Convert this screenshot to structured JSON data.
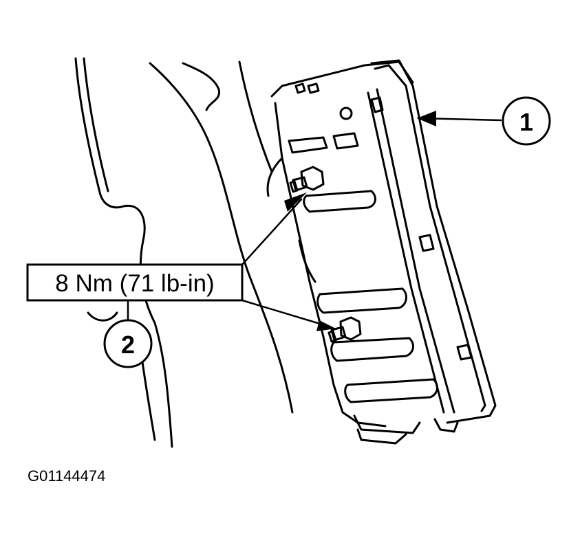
{
  "callouts": {
    "module": "1",
    "fastener": "2"
  },
  "torque_label": "8 Nm (71 lb-in)",
  "figure_id": "G01144474"
}
